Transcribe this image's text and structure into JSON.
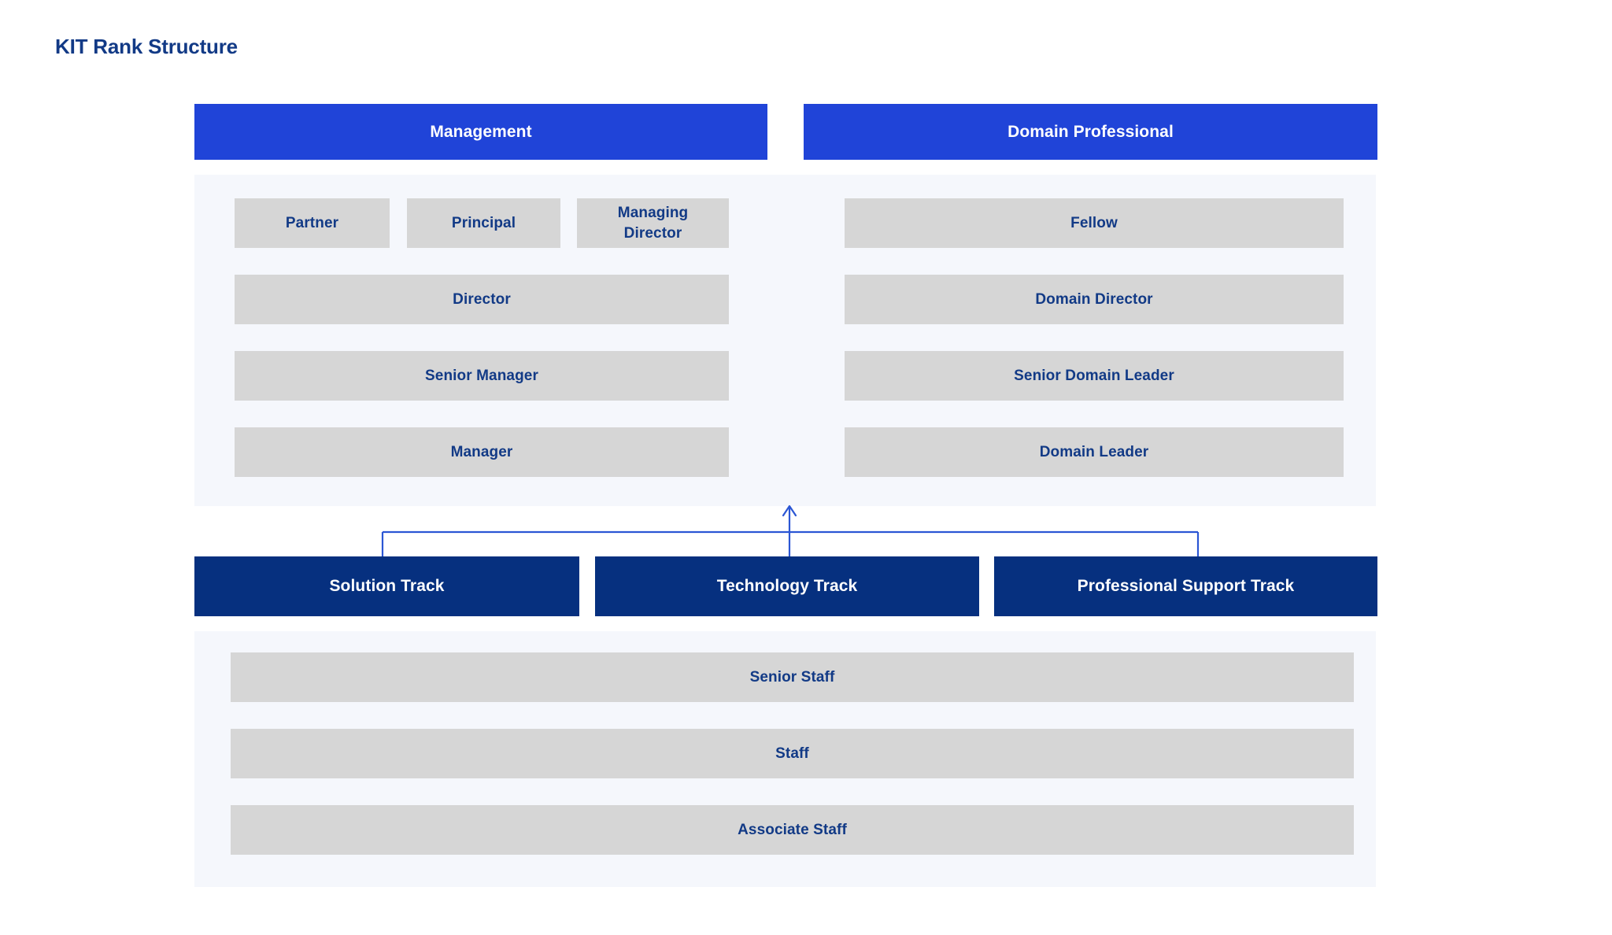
{
  "page": {
    "title": "KIT Rank Structure",
    "background": "#ffffff"
  },
  "colors": {
    "title_text": "#123A86",
    "header_bar": "#2044D8",
    "track_bar": "#06307F",
    "rank_box": "#D6D6D6",
    "rank_text": "#123A86",
    "panel_background": "#F5F7FC",
    "connector_line": "#2B56D4"
  },
  "diagram": {
    "type": "org-hierarchy",
    "columns": [
      {
        "id": "management",
        "header": "Management",
        "ranks": [
          {
            "label": "Partner",
            "row": 1,
            "span": "third"
          },
          {
            "label": "Principal",
            "row": 1,
            "span": "third"
          },
          {
            "label": "Managing Director",
            "row": 1,
            "span": "third",
            "lines": [
              "Managing",
              "Director"
            ]
          },
          {
            "label": "Director",
            "row": 2,
            "span": "full"
          },
          {
            "label": "Senior Manager",
            "row": 3,
            "span": "full"
          },
          {
            "label": "Manager",
            "row": 4,
            "span": "full"
          }
        ]
      },
      {
        "id": "domain-professional",
        "header": "Domain Professional",
        "ranks": [
          {
            "label": "Fellow",
            "row": 1,
            "span": "full"
          },
          {
            "label": "Domain Director",
            "row": 2,
            "span": "full"
          },
          {
            "label": "Senior Domain Leader",
            "row": 3,
            "span": "full"
          },
          {
            "label": "Domain Leader",
            "row": 4,
            "span": "full"
          }
        ]
      }
    ],
    "tracks": [
      {
        "id": "solution-track",
        "label": "Solution Track"
      },
      {
        "id": "technology-track",
        "label": "Technology Track"
      },
      {
        "id": "professional-support-track",
        "label": "Professional Support Track"
      }
    ],
    "shared_ranks": [
      {
        "label": "Senior Staff"
      },
      {
        "label": "Staff"
      },
      {
        "label": "Associate Staff"
      }
    ],
    "connector": {
      "direction": "up",
      "description": "tracks feed upward into management and domain professional levels"
    }
  }
}
